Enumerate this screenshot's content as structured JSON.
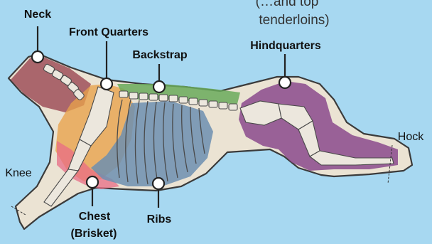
{
  "title_fragment": {
    "line1": "(…and top",
    "line2": "tenderloins)"
  },
  "labels": {
    "neck": "Neck",
    "front_quarters": "Front Quarters",
    "backstrap": "Backstrap",
    "hindquarters": "Hindquarters",
    "hock": "Hock",
    "knee": "Knee",
    "chest_line1": "Chest",
    "chest_line2": "(Brisket)",
    "ribs": "Ribs"
  },
  "colors": {
    "background": "#a7d8f1",
    "carcass": "#ebe3d3",
    "neck": "#9b4a55",
    "front_quarters": "#e8a24a",
    "brisket": "#e86c86",
    "backstrap": "#6aaa5a",
    "ribs": "#6d8fb0",
    "hindquarters": "#8b4a8c"
  }
}
